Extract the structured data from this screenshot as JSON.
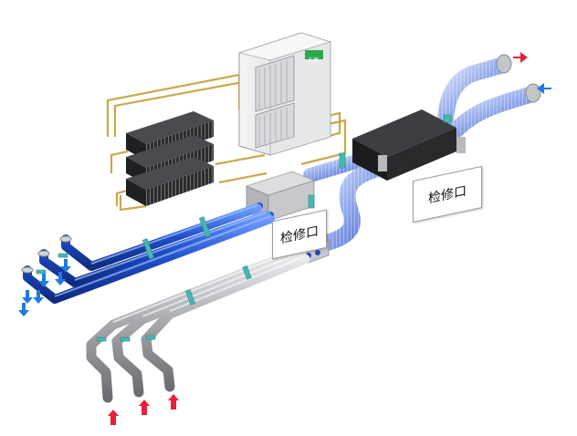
{
  "labels": {
    "access_port_left": "检修口",
    "access_port_right": "检修口"
  },
  "outdoor_unit": {
    "logo_text": "五菱"
  },
  "icons": {
    "exhaust_arrow": "arrow-right-icon",
    "fresh_air_arrow": "arrow-left-icon",
    "supply_arrows": "arrow-down-icon",
    "return_arrows": "arrow-up-icon"
  },
  "colors": {
    "blue_pipe": "#1f4fc8",
    "blue_pipe_light": "#4d7ef0",
    "gray_pipe": "#a6a8ac",
    "gray_pipe_light": "#d7d8da",
    "copper": "#c9a94a",
    "unit_dark": "#2c2c2e",
    "unit_gray": "#c8c9cc",
    "arrow_blue": "#1e7be3",
    "arrow_red": "#e8203a",
    "clamp_teal": "#46b8b0",
    "duct_blue": "#6f8fe0"
  }
}
